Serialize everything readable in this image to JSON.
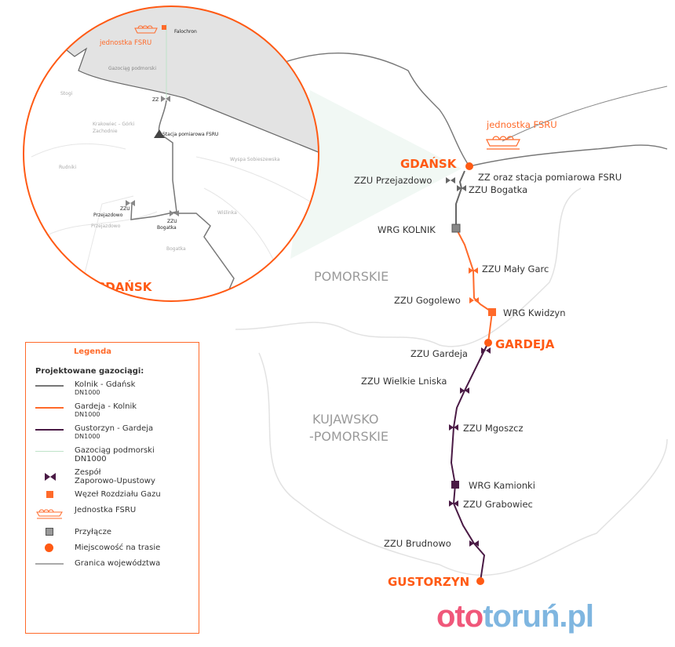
{
  "regions": {
    "pomorskie": "POMORSKIE",
    "kujawsko1": "KUJAWSKO",
    "kujawsko2": "-POMORSKIE"
  },
  "cities": {
    "gdansk": "GDAŃSK",
    "gardeja": "GARDEJA",
    "gustorzyn": "GUSTORZYN"
  },
  "labels": {
    "fsru": "jednostka FSRU",
    "zz_fsru": "ZZ oraz stacja pomiarowa FSRU",
    "przejazdowo": "ZZU Przejazdowo",
    "bogatka": "ZZU Bogatka",
    "kolnik": "WRG KOLNIK",
    "maly_garc": "ZZU Mały Garc",
    "gogolewo": "ZZU Gogolewo",
    "kwidzyn": "WRG Kwidzyn",
    "gardeja": "ZZU Gardeja",
    "wielkie_lniska": "ZZU Wielkie Lniska",
    "mgoszcz": "ZZU Mgoszcz",
    "kamionki": "WRG Kamionki",
    "grabowiec": "ZZU Grabowiec",
    "brudnowo": "ZZU Brudnowo"
  },
  "inset": {
    "fsru": "jednostka FSRU",
    "falochron": "Falochron",
    "gazociag": "Gazociąg podmorski",
    "stogi": "Stogi",
    "zz": "ZZ",
    "krakowiec1": "Krakowiec – Górki",
    "krakowiec2": "Zachodnie",
    "stacja": "Stacja pomiarowa FSRU",
    "wyspa": "Wyspa Sobieszewska",
    "rudniki": "Rudniki",
    "zzu1": "ZZU",
    "przejazdowo_node": "Przejazdowo",
    "zzu2": "ZZU",
    "bogatka_node": "Bogatka",
    "przejazdowo_area": "Przejazdowo",
    "wislinka": "Wiślinka",
    "bogatka_area": "Bogatka",
    "city": "GDAŃSK"
  },
  "legend": {
    "title": "Legenda",
    "heading": "Projektowane gazociągi:",
    "items": [
      {
        "label": "Kolnik - Gdańsk",
        "sub": "DN1000",
        "color": "#777777"
      },
      {
        "label": "Gardeja - Kolnik",
        "sub": "DN1000",
        "color": "#ff6a2a"
      },
      {
        "label": "Gustorzyn - Gardeja",
        "sub": "DN1000",
        "color": "#4a1a45"
      },
      {
        "label": "Gazociąg podmorski",
        "sub": "DN1000",
        "color": "#bfe3c8"
      },
      {
        "label": "Zespół",
        "sub": "Zaporowo-Upustowy"
      },
      {
        "label": "Węzeł Rozdziału Gazu"
      },
      {
        "label": "Jednostka FSRU"
      },
      {
        "label": "Przyłącze"
      },
      {
        "label": "Miejscowość na trasie"
      },
      {
        "label": "Granica województwa"
      }
    ]
  },
  "logo": {
    "part1": "oto",
    "part2": "toruń",
    "part3": ".pl",
    "color1": "#f0577a",
    "color2": "#7fb6e0"
  }
}
